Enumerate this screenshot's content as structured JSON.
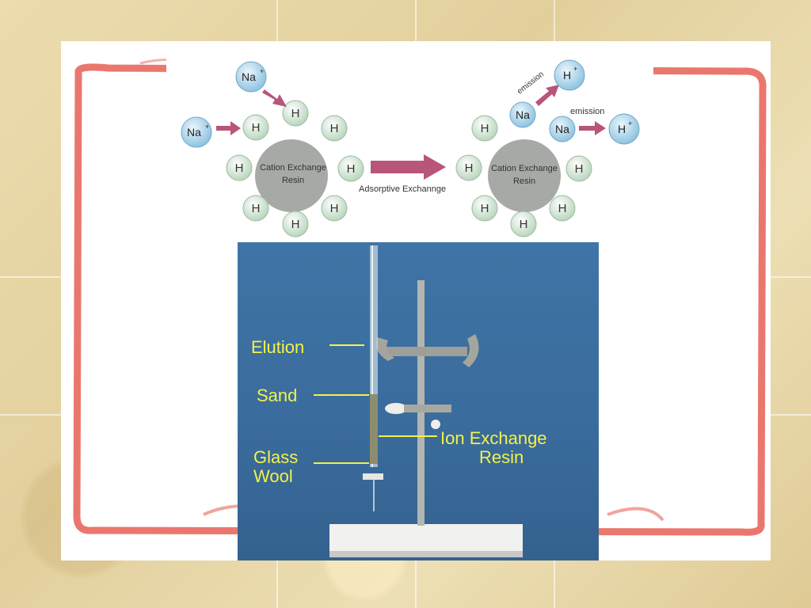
{
  "diagram": {
    "left_group": {
      "incoming_ion_top": "Na",
      "incoming_ion_left": "Na",
      "ion_charge": "+",
      "resin_label_line1": "Cation Exchange",
      "resin_label_line2": "Resin",
      "hydrogen": "H"
    },
    "process_label": "Adsorptive Exchannge",
    "right_group": {
      "emission_label_1": "emission",
      "emission_label_2": "emission",
      "bound_ion": "Na",
      "released_ion": "H",
      "ion_charge": "+",
      "resin_label_line1": "Cation Exchange",
      "resin_label_line2": "Resin",
      "hydrogen": "H"
    }
  },
  "photo": {
    "labels": {
      "elution": "Elution",
      "sand": "Sand",
      "glass_line1": "Glass",
      "glass_line2": "Wool",
      "ion_line1": "Ion Exchange",
      "ion_line2": "Resin"
    }
  },
  "colors": {
    "frame": "#e8685e",
    "label_yellow": "#f3f24a",
    "photo_blue": "#3b6e9f",
    "resin_gray": "#a6a9a6",
    "ion_blue": "#a9d3ea",
    "arrow_pink": "#b8557a"
  }
}
